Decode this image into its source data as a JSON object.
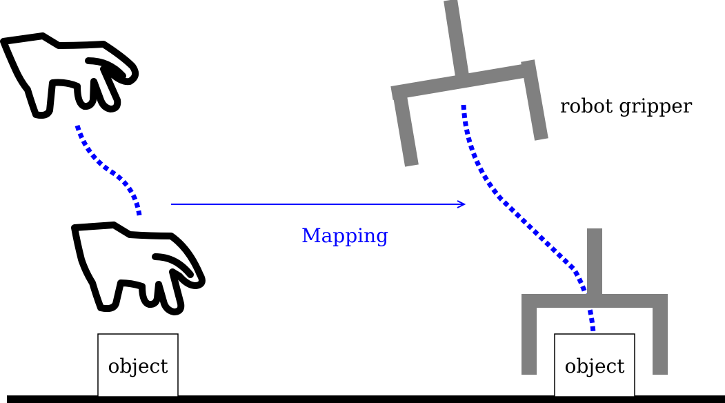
{
  "labels": {
    "mapping": "Mapping",
    "robot_gripper": "robot gripper",
    "object_left": "object",
    "object_right": "object"
  },
  "colors": {
    "trajectory": "#0000ff",
    "arrow": "#0000ff",
    "gripper": "#808080",
    "hand": "#000000",
    "ground": "#000000"
  },
  "icons": {
    "hand_top": "human-hand-icon",
    "hand_bottom": "human-hand-icon",
    "gripper_top": "robot-gripper-icon",
    "gripper_bottom": "robot-gripper-icon"
  }
}
